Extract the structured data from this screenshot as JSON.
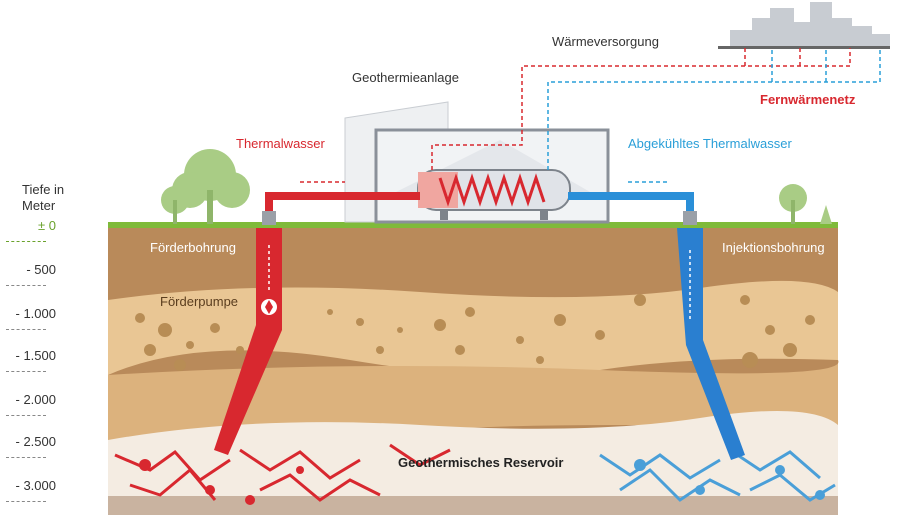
{
  "labels": {
    "plant": "Geothermieanlage",
    "heat_supply": "Wärmeversorgung",
    "district_heating": "Fernwärmenetz",
    "thermal_water": "Thermalwasser",
    "cooled_water": "Abgekühltes Thermalwasser",
    "production_well": "Förderbohrung",
    "injection_well": "Injektionsbohrung",
    "pump": "Förderpumpe",
    "reservoir": "Geothermisches Reservoir",
    "depth_title_1": "Tiefe in",
    "depth_title_2": "Meter"
  },
  "depth_scale": [
    "± 0",
    "- 500",
    "- 1.000",
    "- 1.500",
    "- 2.000",
    "- 2.500",
    "- 3.000"
  ],
  "colors": {
    "hot": "#d8282f",
    "cold": "#2a8fd8",
    "grass": "#7fba3a",
    "soil_dark": "#b98a5a",
    "soil_light": "#e9c694",
    "reservoir": "#f4ece2"
  }
}
